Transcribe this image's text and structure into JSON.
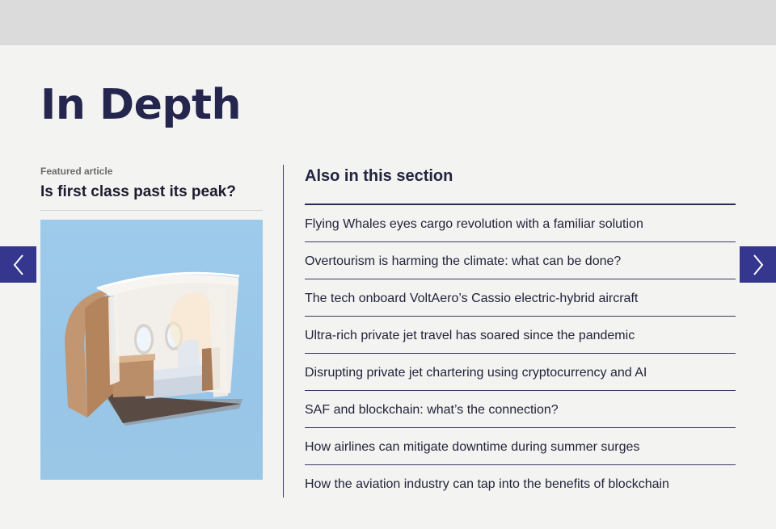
{
  "section": {
    "title": "In Depth"
  },
  "featured": {
    "kicker": "Featured article",
    "title": "Is first class past its peak?"
  },
  "also_in_section": {
    "heading": "Also in this section",
    "items": [
      "Flying Whales eyes cargo revolution with a familiar solution",
      "Overtourism is harming the climate: what can be done?",
      "The tech onboard VoltAero’s Cassio electric-hybrid aircraft",
      "Ultra-rich private jet travel has soared since the pandemic",
      "Disrupting private jet chartering using cryptocurrency and AI",
      "SAF and blockchain: what’s the connection?",
      "How airlines can mitigate downtime during summer surges",
      "How the aviation industry can tap into the benefits of blockchain"
    ]
  },
  "navigation": {
    "prev_icon": "chevron-left-icon",
    "next_icon": "chevron-right-icon"
  },
  "colors": {
    "accent": "#35378f",
    "title": "#25264d",
    "background": "#f3f3f2",
    "image_sky": "#9ecbea"
  }
}
